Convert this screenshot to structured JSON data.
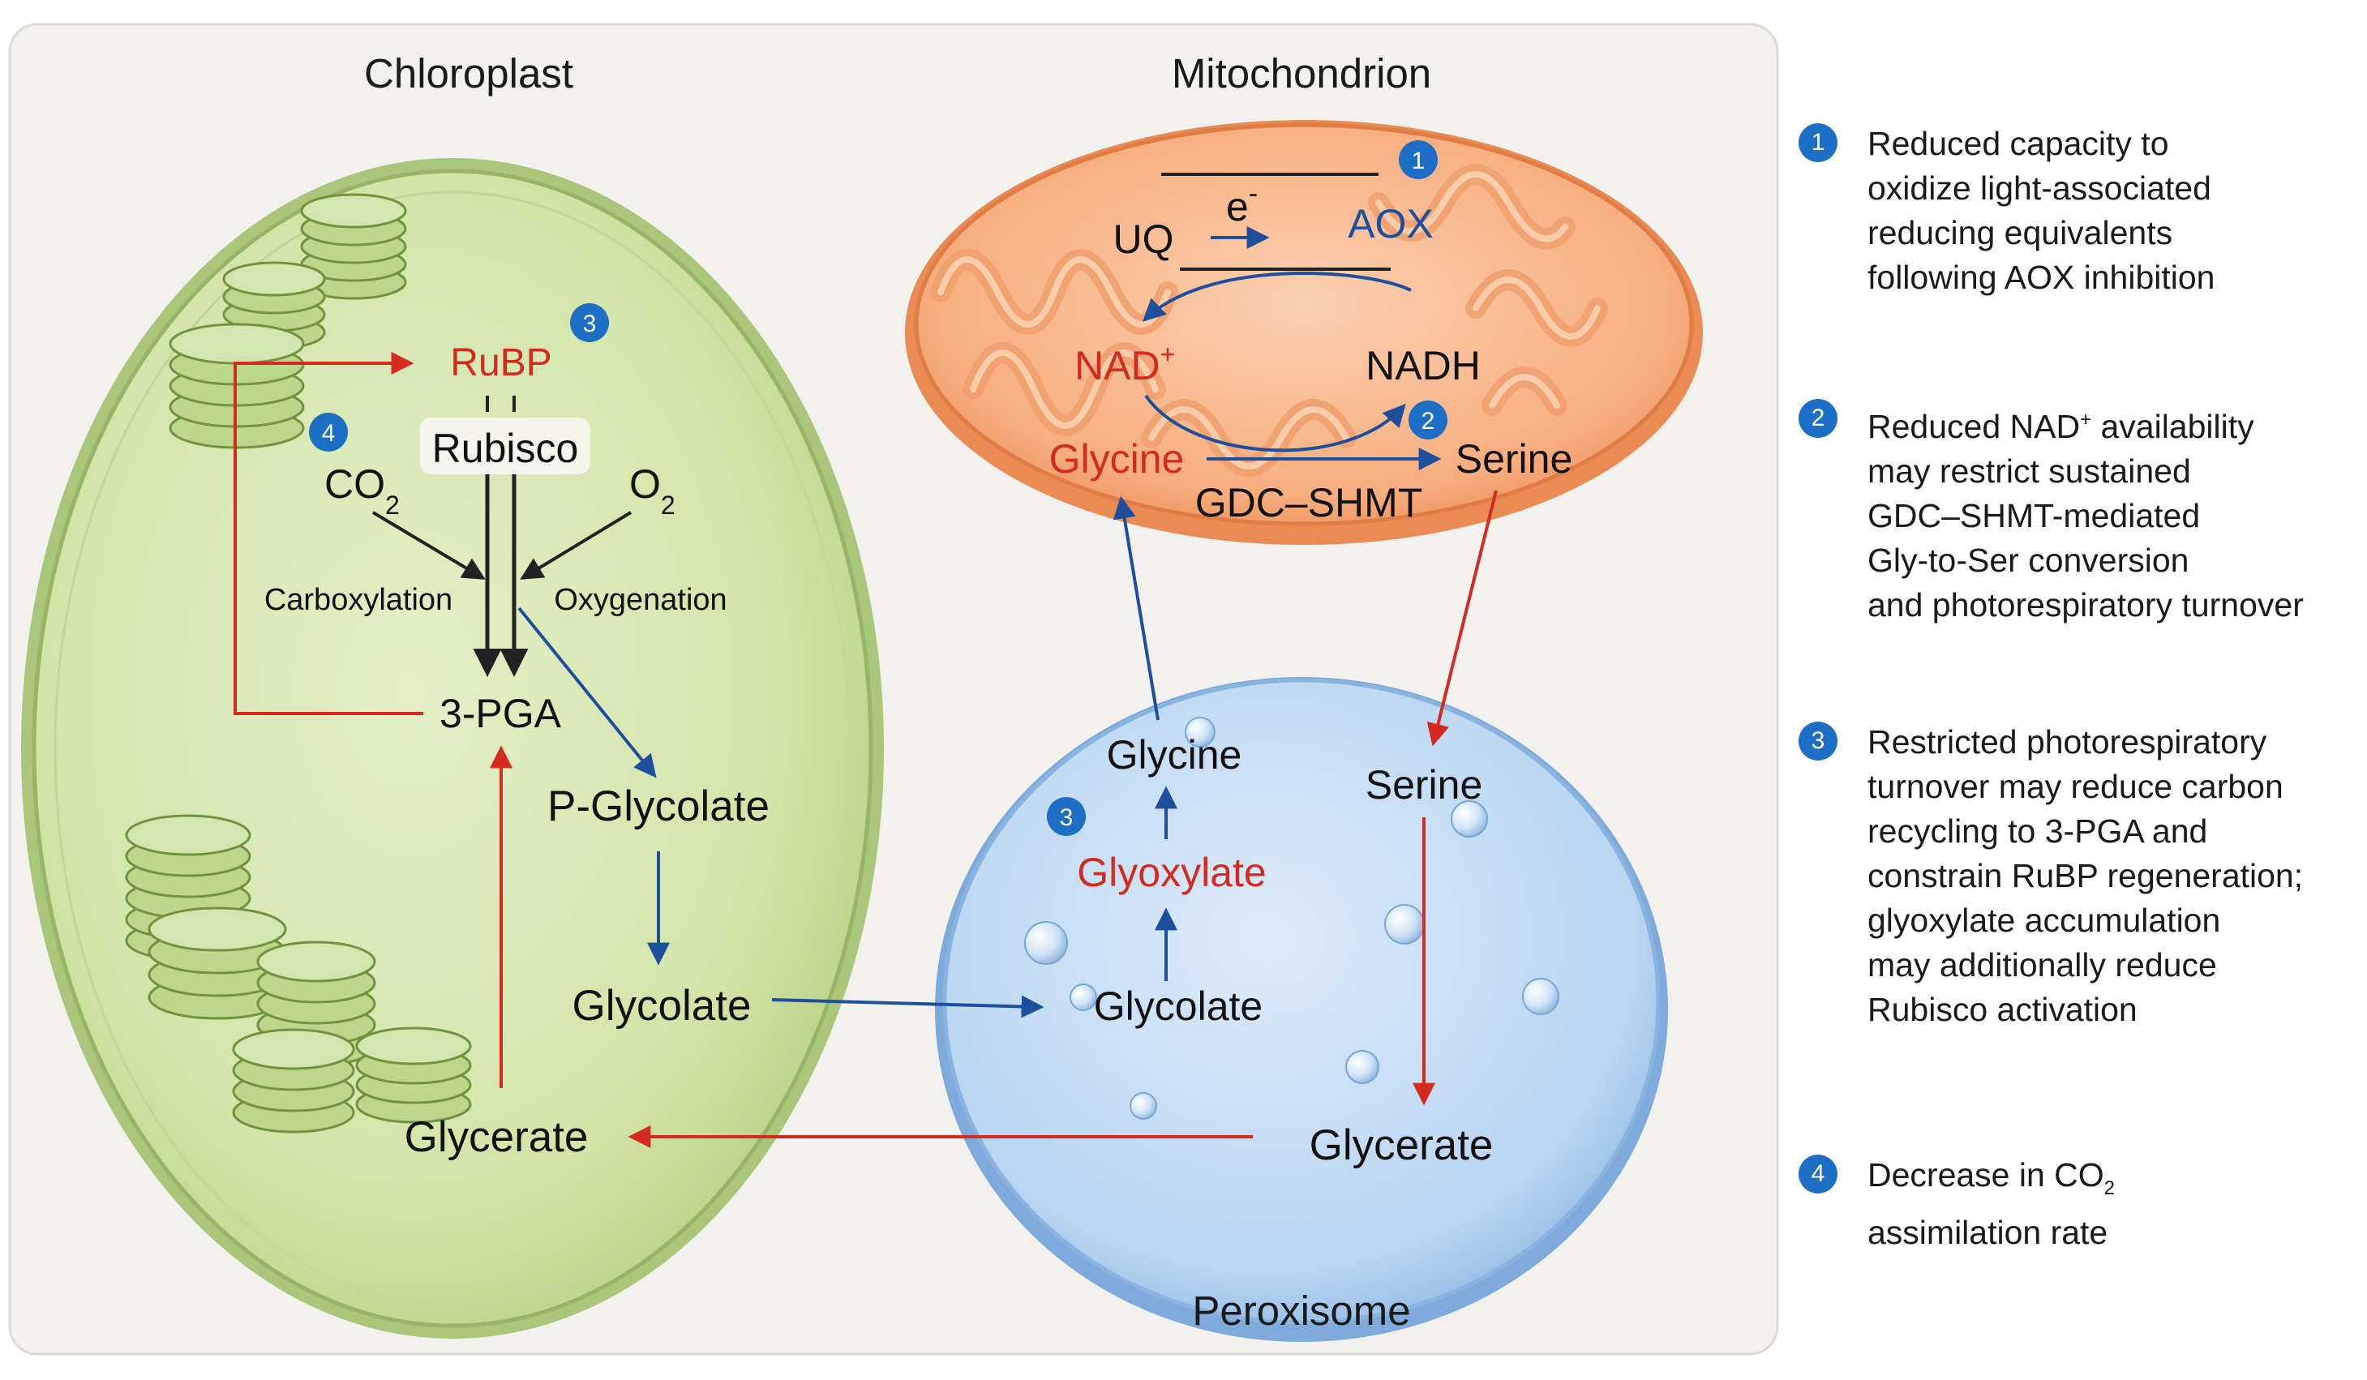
{
  "compartments": {
    "chloroplast": "Chloroplast",
    "mitochondrion": "Mitochondrion",
    "peroxisome": "Peroxisome"
  },
  "chloroplast": {
    "rubp": "RuBP",
    "rubisco": "Rubisco",
    "co2": "CO",
    "co2_sub": "2",
    "o2": "O",
    "o2_sub": "2",
    "carboxylation": "Carboxylation",
    "oxygenation": "Oxygenation",
    "pga": "3-PGA",
    "p_glycolate": "P-Glycolate",
    "glycolate": "Glycolate",
    "glycerate": "Glycerate"
  },
  "mitochondrion": {
    "uq": "UQ",
    "electron": "e",
    "electron_sup": "-",
    "aox": "AOX",
    "nad": "NAD",
    "nad_sup": "+",
    "nadh": "NADH",
    "glycine": "Glycine",
    "serine": "Serine",
    "gdc_shmt": "GDC–SHMT"
  },
  "peroxisome": {
    "glycine": "Glycine",
    "glyoxylate": "Glyoxylate",
    "glycolate": "Glycolate",
    "serine": "Serine",
    "glycerate": "Glycerate"
  },
  "badges": {
    "b1": "1",
    "b2": "2",
    "b3": "3",
    "b4": "4"
  },
  "legend": [
    {
      "num": "1",
      "lines": [
        "Reduced capacity to",
        "oxidize light-associated",
        "reducing equivalents",
        "following AOX inhibition"
      ]
    },
    {
      "num": "2",
      "line1_pre": "Reduced NAD",
      "line1_sup": "+",
      "line1_post": " availability",
      "lines": [
        "may restrict sustained",
        "GDC–SHMT-mediated",
        "Gly-to-Ser conversion",
        "and photorespiratory turnover"
      ]
    },
    {
      "num": "3",
      "lines": [
        "Restricted photorespiratory",
        "turnover may reduce carbon",
        "recycling to 3-PGA and",
        "constrain RuBP regeneration;",
        "glyoxylate accumulation",
        "may additionally reduce",
        "Rubisco activation"
      ]
    },
    {
      "num": "4",
      "line1_pre": "Decrease in CO",
      "line1_sub": "2",
      "lines": [
        "assimilation rate"
      ]
    }
  ],
  "colors": {
    "red": "#d42a20",
    "blue": "#1d4f9c",
    "badge": "#1c6fc4",
    "chloroplast_fill": "#d8e8b2",
    "mitochondrion_fill": "#f6a877",
    "peroxisome_fill": "#b9d6f2"
  }
}
